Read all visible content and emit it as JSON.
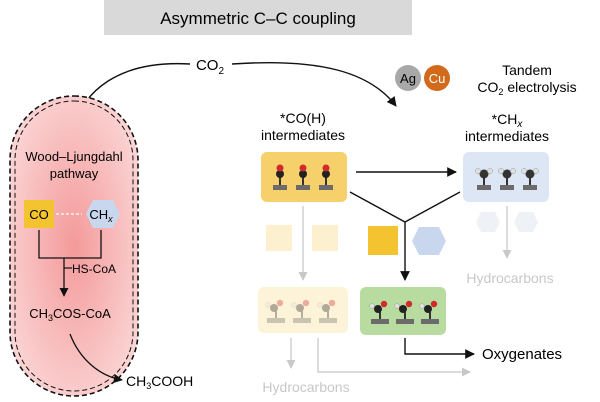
{
  "header": {
    "title": "Asymmetric C–C coupling",
    "bg_color": "#d9d9d9"
  },
  "co2_source": {
    "main": "CO",
    "sub": "2"
  },
  "catalyst": {
    "ag_label": "Ag",
    "ag_color": "#a8a8a8",
    "cu_label": "Cu",
    "cu_color": "#d26a1c",
    "tandem_line1": "Tandem",
    "tandem_line2_main": "CO",
    "tandem_line2_sub": "2",
    "tandem_line2_rest": " electrolysis"
  },
  "pathway": {
    "title_line1": "Wood–Ljungdahl",
    "title_line2": "pathway",
    "co_box": "CO",
    "chx_main": "CH",
    "chx_sub": "x",
    "hs_coa": "HS-CoA",
    "acetyl_parts": [
      "CH",
      "3",
      "COS-CoA"
    ],
    "acetate_parts": [
      "CH",
      "3",
      "COOH"
    ],
    "pill_color": "#f6b8b8",
    "co_color": "#f4c430",
    "chx_color": "#c9d7ee"
  },
  "tandem": {
    "co_intermediates_line1": "*CO(H)",
    "co_intermediates_line2": "intermediates",
    "chx_intermediates_line1_main": "*CH",
    "chx_intermediates_line1_sub": "x",
    "chx_intermediates_line2": "intermediates",
    "hydrocarbons_right": "Hydrocarbons",
    "hydrocarbons_bottom": "Hydrocarbons",
    "oxygenates": "Oxygenates",
    "co_panel_color": "#f6d06b",
    "chx_panel_color": "#dce6f4",
    "oxy_panel_color": "#b8dca0",
    "faded_panel_color": "#fdf3d9",
    "faded_text_color": "#c8c8c8"
  }
}
